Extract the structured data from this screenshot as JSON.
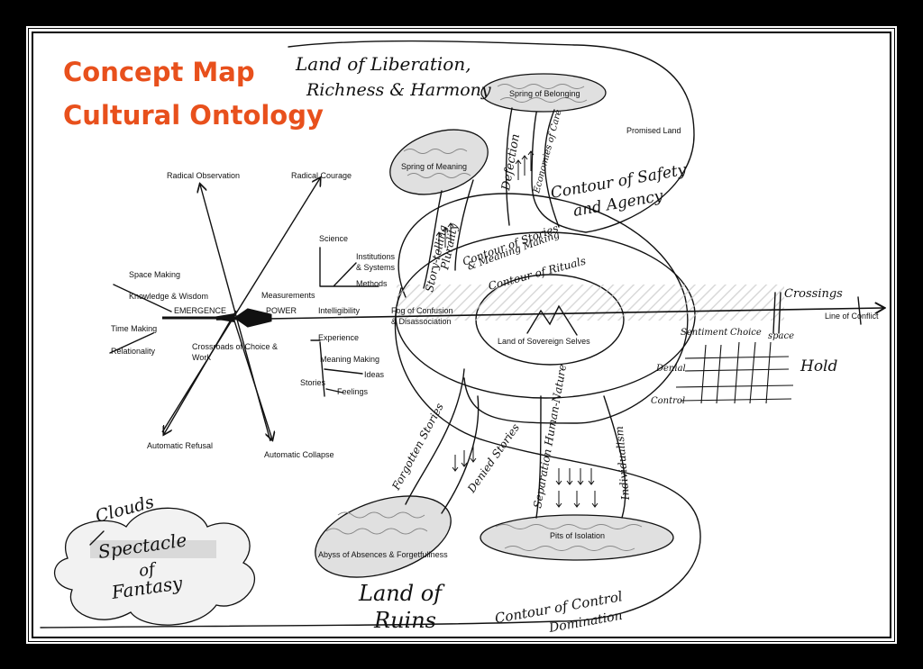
{
  "title": {
    "line1": "Concept Map",
    "line2": "Cultural Ontology"
  },
  "colors": {
    "title": "#e8501c",
    "ink": "#111111",
    "wave": "#7a7a7a",
    "shade": "#d0d0d0",
    "frame": "#000000"
  },
  "handwritten": {
    "liberation_1": "Land of Liberation,",
    "liberation_2": "Richness & Harmony",
    "safety_1": "Contour of Safety",
    "safety_2": "and Agency",
    "stories_1": "Contour of Stories",
    "stories_2": "& Meaning Making",
    "rituals": "Contour of Rituals",
    "story_telling": "Story-telling",
    "plurality": "Plurality",
    "defection": "Defection",
    "economies_of_care": "Economies of Care",
    "crossings": "Crossings",
    "hold": "Hold",
    "sentiment": "Sentiment",
    "choice": "Choice",
    "space": "space",
    "denial": "Denial",
    "control_grid": "Control",
    "forgotten_stories": "Forgotten Stories",
    "denied_stories": "Denied Stories",
    "separation": "Separation Human-Nature",
    "individualism": "Individualism",
    "land_of_ruins_1": "Land of",
    "land_of_ruins_2": "Ruins",
    "control_contour": "Contour of Control",
    "domination": "Domination",
    "clouds": "Clouds",
    "spectacle_1": "Spectacle",
    "spectacle_2": "of",
    "spectacle_3": "Fantasy"
  },
  "labels": {
    "spring_belonging": "Spring of Belonging",
    "promised_land": "Promised Land",
    "spring_meaning": "Spring of Meaning",
    "radical_observation": "Radical Observation",
    "radical_courage": "Radical Courage",
    "science": "Science",
    "institutions_1": "Institutions",
    "institutions_2": "& Systems",
    "methods": "Methods",
    "space_making": "Space Making",
    "knowledge_wisdom": "Knowledge & Wisdom",
    "measurements": "Measurements",
    "emergence": "EMERGENCE",
    "power": "POWER",
    "intelligibility": "Intelligibility",
    "fog_1": "Fog of Confusion",
    "fog_2": "& Disassociation",
    "time_making": "Time Making",
    "relationality": "Relationality",
    "crossroads_1": "Crossroads of Choice &",
    "crossroads_2": "Work",
    "experience": "Experience",
    "meaning_making": "Meaning Making",
    "ideas": "Ideas",
    "stories": "Stories",
    "feelings": "Feelings",
    "land_sovereign": "Land of Sovereign Selves",
    "line_of_conflict": "Line of Conflict",
    "automatic_refusal": "Automatic Refusal",
    "automatic_collapse": "Automatic Collapse",
    "pits_isolation": "Pits of Isolation",
    "abyss": "Abyss of Absences & Forgetfullness"
  }
}
